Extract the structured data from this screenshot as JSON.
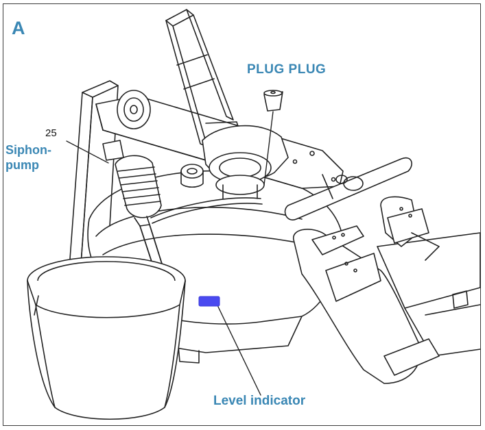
{
  "panel_letter": "A",
  "labels": {
    "plug": "PLUG PLUG",
    "siphon_line1": "Siphon-",
    "siphon_line2": "pump",
    "part_number": "25",
    "level_indicator": "Level indicator"
  },
  "colors": {
    "label_blue": "#3a87b4",
    "indicator_blue": "#4a4af0",
    "line": "#222222",
    "frame": "#3a3a3a"
  }
}
